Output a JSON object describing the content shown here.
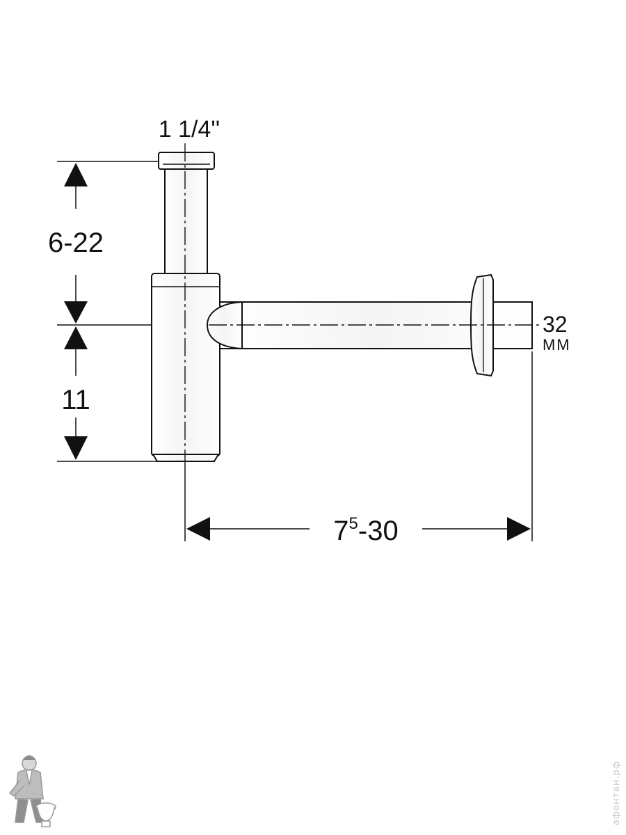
{
  "diagram": {
    "inlet_size_label": "1 1/4''",
    "height_range_label": "6-22",
    "lower_height_label": "11",
    "outlet_size_value": "32",
    "outlet_size_unit": "мм",
    "length_base": "7",
    "length_sup": "5",
    "length_rest": "-30"
  },
  "watermark": {
    "text": "афонтан.рф"
  },
  "colors": {
    "line": "#111111",
    "background": "#ffffff",
    "watermark": "#c8c8c8"
  }
}
